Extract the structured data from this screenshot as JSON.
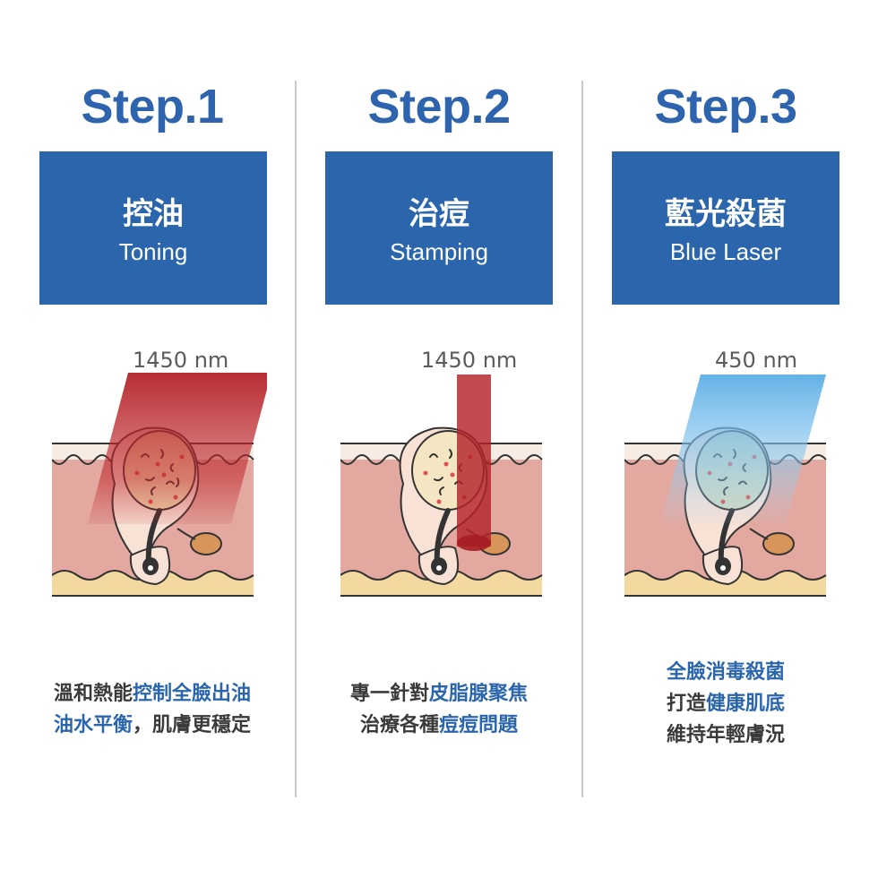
{
  "steps": [
    {
      "step": "Step.1",
      "name_zh": "控油",
      "name_en": "Toning",
      "wavelength": "1450 nm",
      "desc": [
        [
          {
            "t": "溫和熱能",
            "h": false
          },
          {
            "t": "控制全臉出油",
            "h": true
          }
        ],
        [
          {
            "t": "油水平衡",
            "h": true
          },
          {
            "t": "，肌膚更穩定",
            "h": false
          }
        ]
      ]
    },
    {
      "step": "Step.2",
      "name_zh": "治痘",
      "name_en": "Stamping",
      "wavelength": "1450 nm",
      "desc": [
        [
          {
            "t": "專一針對",
            "h": false
          },
          {
            "t": "皮脂腺聚焦",
            "h": true
          }
        ],
        [
          {
            "t": "治療各種",
            "h": false
          },
          {
            "t": "痘痘問題",
            "h": true
          }
        ]
      ]
    },
    {
      "step": "Step.3",
      "name_zh": "藍光殺菌",
      "name_en": "Blue Laser",
      "wavelength": "450 nm",
      "desc": [
        [
          {
            "t": "全臉消毒殺菌",
            "h": true
          }
        ],
        [
          {
            "t": "打造",
            "h": false
          },
          {
            "t": "健康肌底",
            "h": true
          }
        ],
        [
          {
            "t": "維持年輕膚況",
            "h": false
          }
        ]
      ]
    }
  ],
  "colors": {
    "title_blue": "#2e64ae",
    "box_blue": "#2b66ad",
    "skin": "#e3a8a0",
    "fat": "#f3d9a0",
    "red_beam": "#c0282d",
    "blue_beam": "#6fb6e8"
  }
}
